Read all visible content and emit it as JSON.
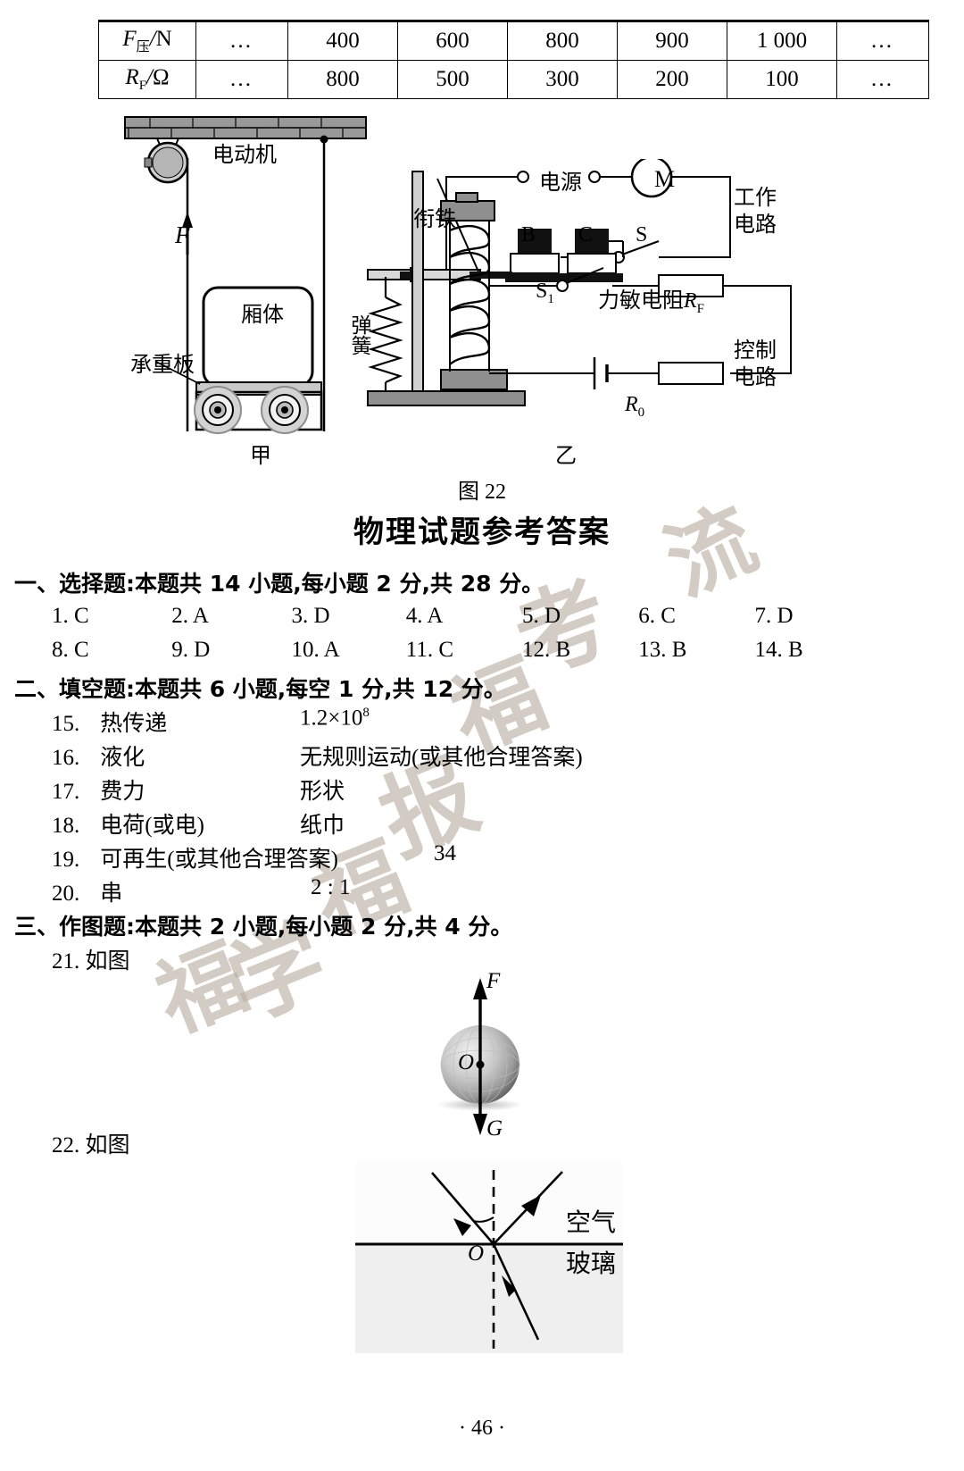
{
  "table": {
    "rows": [
      {
        "label_main": "F",
        "label_sub": "压",
        "label_unit": "/N",
        "cells": [
          "…",
          "400",
          "600",
          "800",
          "900",
          "1 000",
          "…"
        ]
      },
      {
        "label_main": "R",
        "label_sub": "F",
        "label_unit": "/Ω",
        "cells": [
          "…",
          "800",
          "500",
          "300",
          "200",
          "100",
          "…"
        ]
      }
    ]
  },
  "figure": {
    "number": "图 22",
    "left": {
      "motor_label": "电动机",
      "force_label": "F",
      "cabin_label": "厢体",
      "plate_label": "承重板",
      "name": "甲"
    },
    "right": {
      "armature_label": "衔铁",
      "spring_label": "弹簧",
      "power_label": "电源",
      "motor_symbol": "M",
      "work_circuit": "工作\n电路",
      "work_circuit_l1": "工作",
      "work_circuit_l2": "电路",
      "control_circuit_l1": "控制",
      "control_circuit_l2": "电路",
      "contact_b": "B",
      "contact_c": "C",
      "switch_s": "S",
      "switch_s1_main": "S",
      "switch_s1_sub": "1",
      "force_resistor": "力敏电阻",
      "force_resistor_sym": "R",
      "force_resistor_sub": "F",
      "r0_main": "R",
      "r0_sub": "0",
      "name": "乙"
    }
  },
  "doc_title": "物理试题参考答案",
  "sections": {
    "choice": {
      "heading": "一、选择题:本题共 14 小题,每小题 2 分,共 28 分。",
      "row1": [
        {
          "n": "1.",
          "a": "C"
        },
        {
          "n": "2.",
          "a": "A"
        },
        {
          "n": "3.",
          "a": "D"
        },
        {
          "n": "4.",
          "a": "A"
        },
        {
          "n": "5.",
          "a": "D"
        },
        {
          "n": "6.",
          "a": "C"
        },
        {
          "n": "7.",
          "a": "D"
        }
      ],
      "row2": [
        {
          "n": "8.",
          "a": "C"
        },
        {
          "n": "9.",
          "a": "D"
        },
        {
          "n": "10.",
          "a": "A"
        },
        {
          "n": "11.",
          "a": "C"
        },
        {
          "n": "12.",
          "a": "B"
        },
        {
          "n": "13.",
          "a": "B"
        },
        {
          "n": "14.",
          "a": "B"
        }
      ]
    },
    "fill": {
      "heading": "二、填空题:本题共 6 小题,每空 1 分,共 12 分。",
      "items": [
        {
          "n": "15.",
          "a": "热传递",
          "b": "1.2×10",
          "b_sup": "8"
        },
        {
          "n": "16.",
          "a": "液化",
          "b": "无规则运动(或其他合理答案)",
          "b_sup": ""
        },
        {
          "n": "17.",
          "a": "费力",
          "b": "形状",
          "b_sup": ""
        },
        {
          "n": "18.",
          "a": "电荷(或电)",
          "b": "纸巾",
          "b_sup": ""
        },
        {
          "n": "19.",
          "a": "可再生(或其他合理答案)",
          "b": "34",
          "b_sup": ""
        },
        {
          "n": "20.",
          "a": "串",
          "b": "2 : 1",
          "b_sup": ""
        }
      ]
    },
    "draw": {
      "heading": "三、作图题:本题共 2 小题,每小题 2 分,共 4 分。",
      "item21": "21. 如图",
      "item22": "22. 如图"
    }
  },
  "diagram21": {
    "force_up": "F",
    "force_down": "G",
    "origin": "O"
  },
  "diagram22": {
    "origin": "O",
    "medium_top": "空气",
    "medium_bottom": "玻璃"
  },
  "footer": {
    "page": "· 46 ·"
  },
  "watermarks": [
    "福",
    "学",
    "报",
    "福",
    "学",
    "流"
  ],
  "colors": {
    "ink": "#000000",
    "watermark": "#b9aea3",
    "grey_fill": "#7f7f7f",
    "light_fill": "#efefef"
  }
}
